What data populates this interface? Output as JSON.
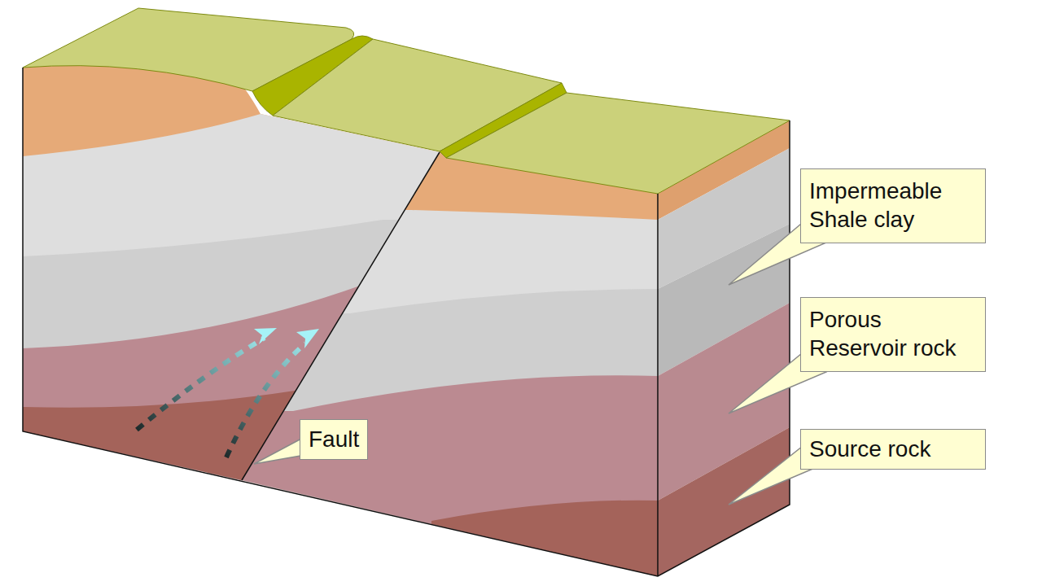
{
  "diagram": {
    "nodes": [
      {
        "text": [
          "Impermeable Shale clay"
        ]
      },
      {
        "text": [
          "Porous Reservoir rock"
        ]
      },
      {
        "text": [
          "Fault"
        ]
      },
      {
        "text": [
          "Source rock"
        ]
      }
    ]
  }
}
